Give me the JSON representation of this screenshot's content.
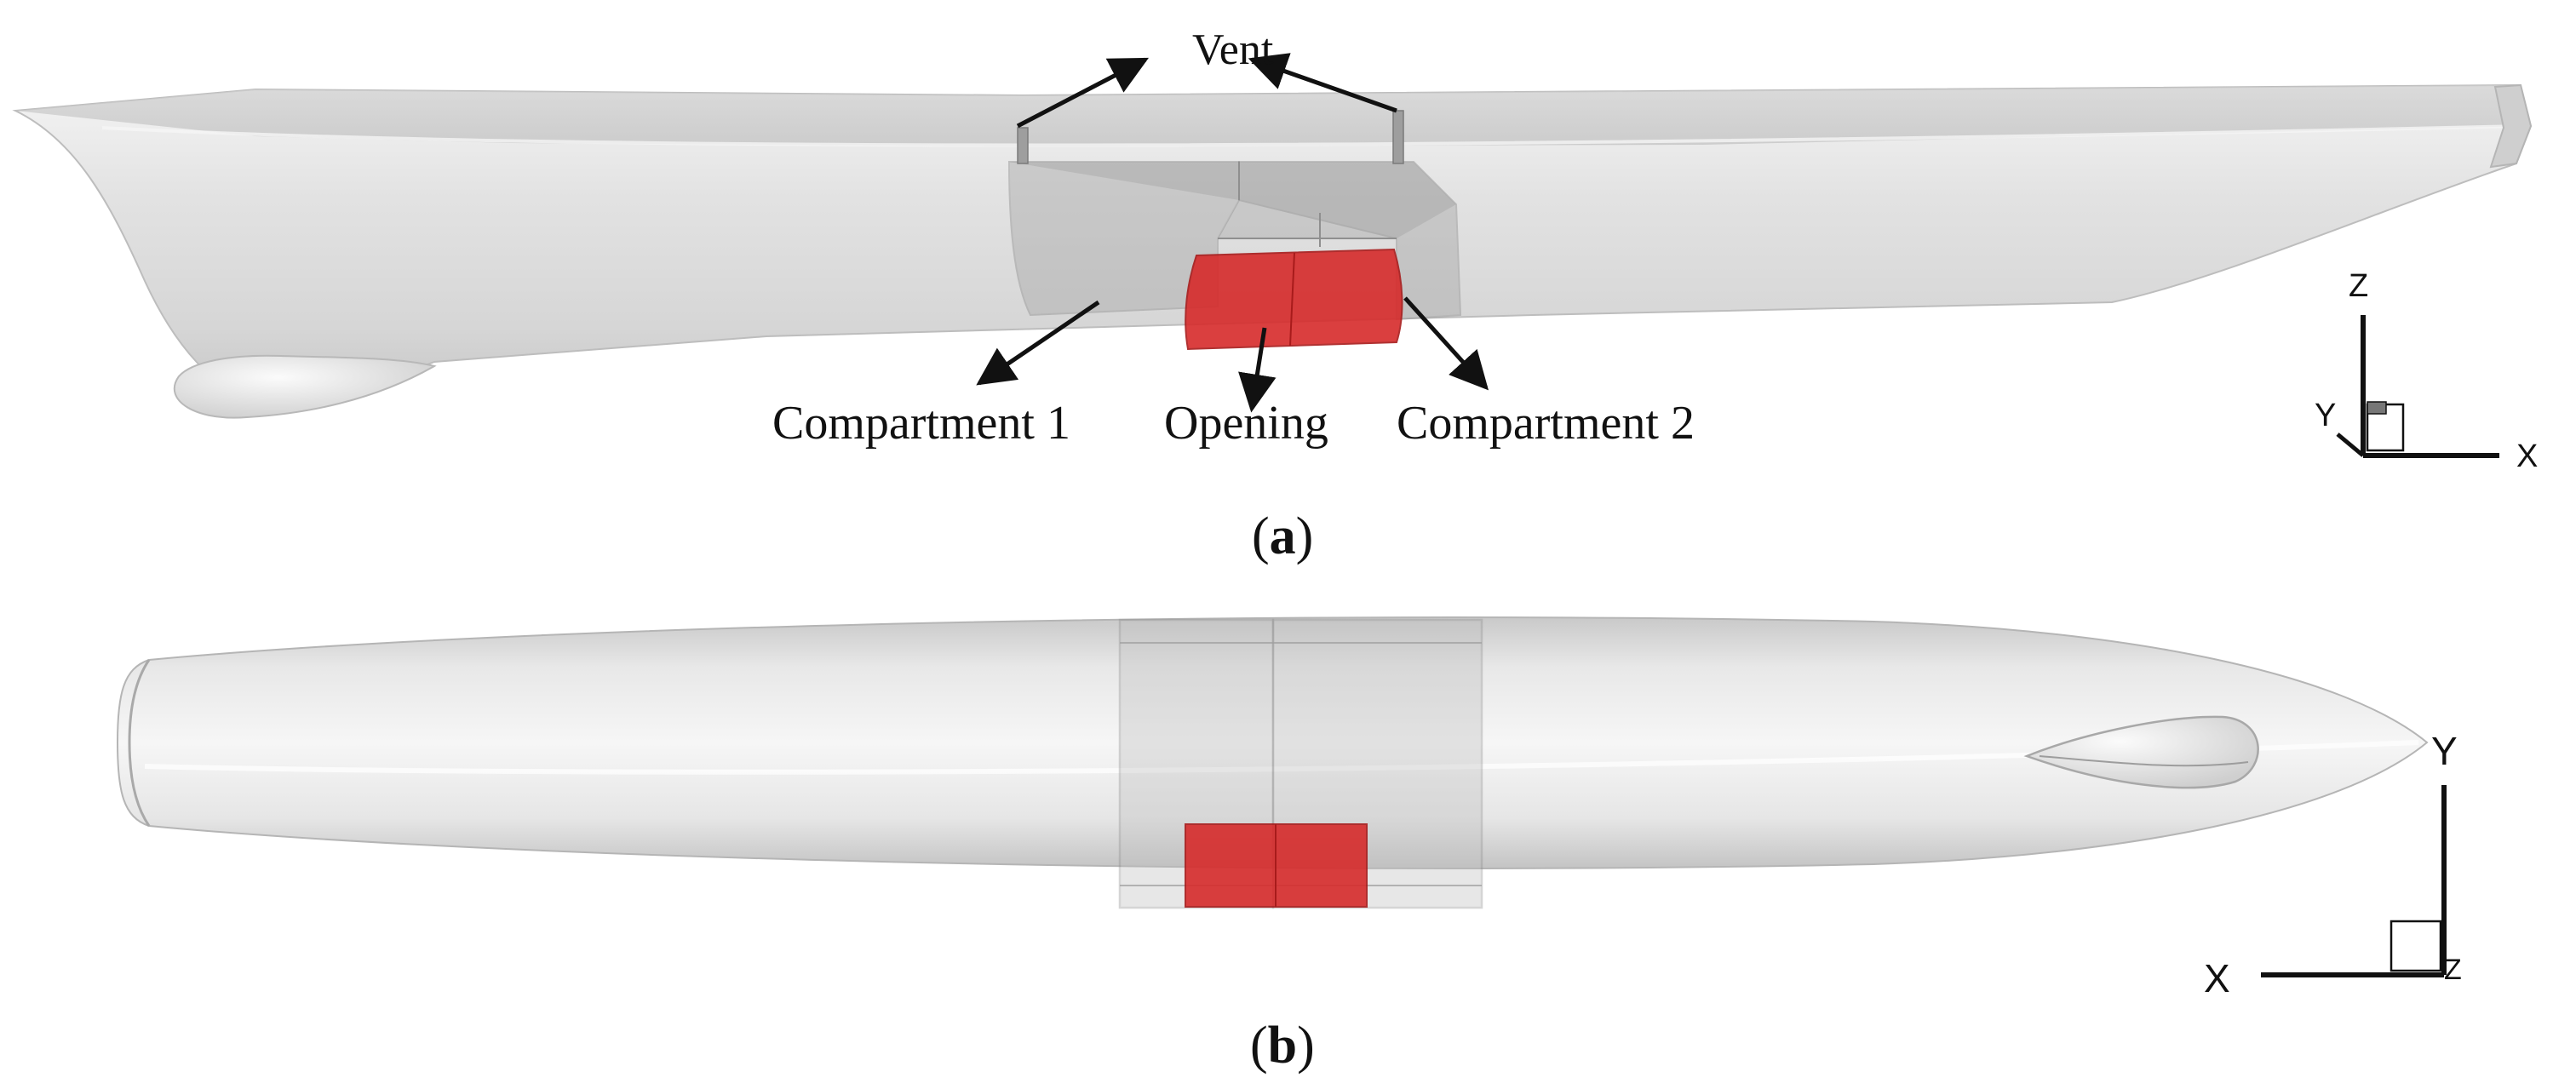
{
  "panel_a": {
    "caption_open": "(",
    "caption_letter": "a",
    "caption_close": ")",
    "labels": {
      "vent": "Vent",
      "compartment_1": "Compartment 1",
      "opening": "Opening",
      "compartment_2": "Compartment 2"
    },
    "axes": {
      "z": "Z",
      "y": "Y",
      "x": "X"
    }
  },
  "panel_b": {
    "caption_open": "(",
    "caption_letter": "b",
    "caption_close": ")",
    "axes": {
      "y": "Y",
      "x": "X",
      "z": "Z"
    }
  },
  "colors": {
    "hull": "#dcdcdc",
    "hull_shadow": "#bdbdbd",
    "compartment": "#9a9a9a",
    "opening": "#d62b2b"
  }
}
